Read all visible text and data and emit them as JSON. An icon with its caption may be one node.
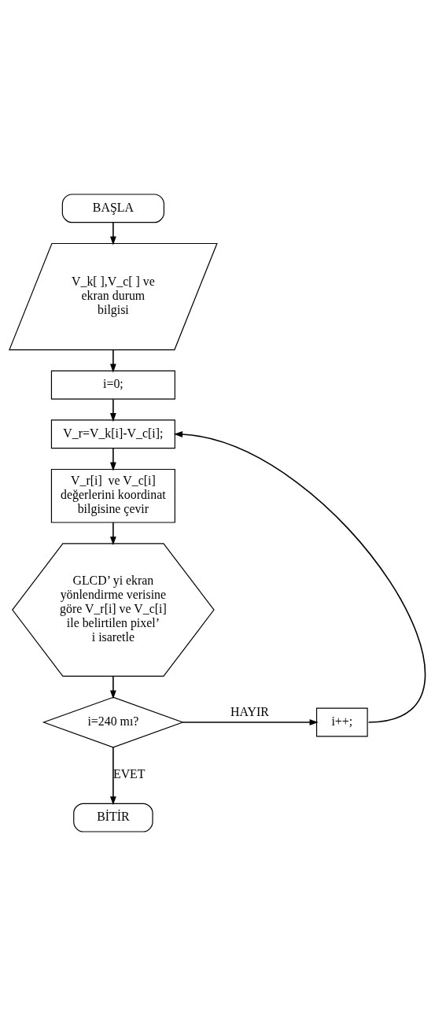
{
  "diagram": {
    "nodes": [
      {
        "text": [
          "BAŞLA"
        ]
      },
      {
        "text": [
          "V_k[ ],V_c[ ] ve ekran durum bilgisi"
        ]
      },
      {
        "text": [
          "i=0;"
        ]
      },
      {
        "text": [
          "V_r=V_k[i]-V_c[i];"
        ]
      },
      {
        "text": [
          "V_r[i]  ve V_c[i] değerlerini koordinat bilgisine çevir"
        ]
      },
      {
        "text": [
          "GLCD’ yi ekran yönlendirme verisine göre V_r[i] ve V_c[i] ile belirtilen pixel’ i isaretle"
        ]
      },
      {
        "text": [
          "i=240 mı?"
        ]
      },
      {
        "text": [
          "i++;"
        ]
      },
      {
        "text": [
          "BİTİR"
        ]
      }
    ],
    "edges": [
      {
        "from": 0,
        "to": 1,
        "arrow": "to"
      },
      {
        "from": 1,
        "to": 2,
        "arrow": "to"
      },
      {
        "from": 2,
        "to": 3,
        "arrow": "to"
      },
      {
        "from": 3,
        "to": 4,
        "arrow": "to"
      },
      {
        "from": 4,
        "to": 5,
        "arrow": "to"
      },
      {
        "from": 5,
        "to": 6,
        "arrow": "to"
      },
      {
        "from": 6,
        "to": 7,
        "arrow": "to",
        "label": "HAYIR"
      },
      {
        "from": 7,
        "to": 3,
        "arrow": "to"
      },
      {
        "from": 6,
        "to": 8,
        "arrow": "to",
        "label": "EVET"
      }
    ]
  }
}
